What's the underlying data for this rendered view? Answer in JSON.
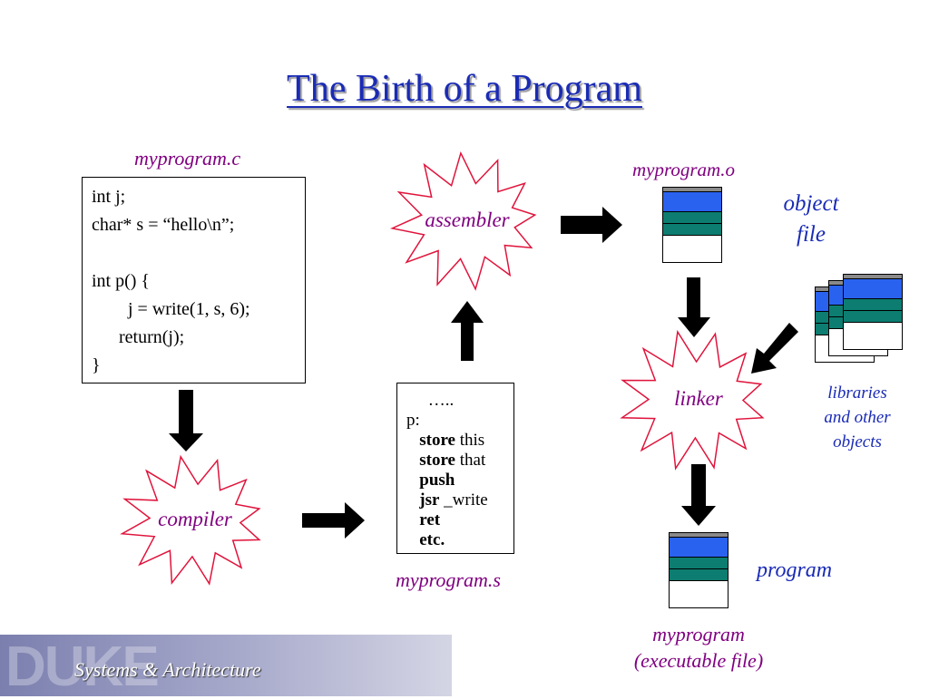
{
  "title": "The Birth of a Program",
  "source_file": {
    "name": "myprogram.c",
    "code": [
      "int j;",
      "char* s = “hello\\n”;",
      "",
      "int p() {",
      "        j = write(1, s, 6);",
      "      return(j);",
      "}"
    ]
  },
  "compiler_label": "compiler",
  "assembly_file": {
    "name": "myprogram.s",
    "lines": [
      {
        "kw": "",
        "rest": "     ….."
      },
      {
        "kw": "",
        "rest": "p:"
      },
      {
        "kw": "store",
        "rest": " this"
      },
      {
        "kw": "store",
        "rest": " that"
      },
      {
        "kw": "push",
        "rest": ""
      },
      {
        "kw": "jsr",
        "rest": " _write"
      },
      {
        "kw": "ret",
        "rest": ""
      },
      {
        "kw": "etc.",
        "rest": ""
      }
    ]
  },
  "assembler_label": "assembler",
  "object_file": {
    "name": "myprogram.o",
    "desc_line1": "object",
    "desc_line2": "file"
  },
  "libraries": {
    "line1": "libraries",
    "line2": "and other",
    "line3": "objects"
  },
  "linker_label": "linker",
  "program": {
    "desc": "program",
    "name": "myprogram",
    "subtitle": "(executable file)"
  },
  "footer": {
    "logo": "DUKE",
    "text": "Systems & Architecture"
  },
  "colors": {
    "title": "#1a2bb5",
    "label": "#800080",
    "star_stroke": "#e0143c",
    "file_blue": "#2a62f0",
    "file_teal": "#0c7d70"
  }
}
